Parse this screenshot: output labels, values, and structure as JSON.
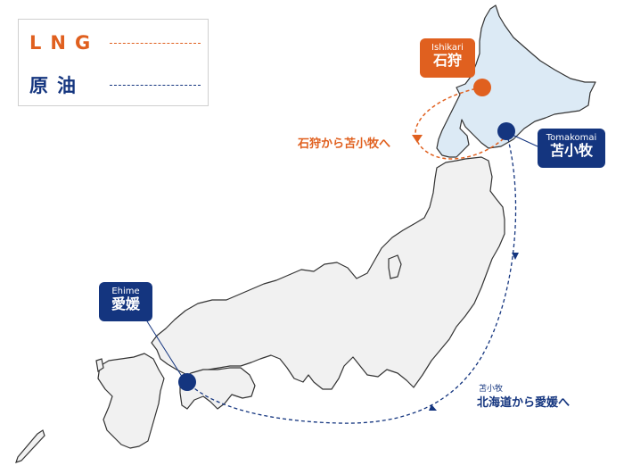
{
  "legend": {
    "lng_label": "LNG",
    "crude_label": "原油"
  },
  "colors": {
    "lng": "#e0601f",
    "crude": "#14357f",
    "hokkaido_fill": "#dceaf5",
    "land_fill": "#f1f1f1",
    "land_stroke": "#333333"
  },
  "locations": {
    "ishikari": {
      "en": "Ishikari",
      "jp": "石狩"
    },
    "tomakomai": {
      "en": "Tomakomai",
      "jp": "苫小牧"
    },
    "ehime": {
      "en": "Ehime",
      "jp": "愛媛"
    }
  },
  "routes": {
    "lng": {
      "label": "石狩から苫小牧へ"
    },
    "crude": {
      "label_small": "苫小牧",
      "label_main": "北海道から愛媛へ"
    }
  }
}
